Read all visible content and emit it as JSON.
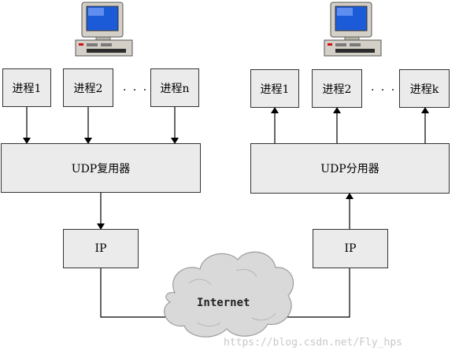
{
  "sender": {
    "processes": [
      "进程1",
      "进程2",
      "进程n"
    ],
    "ellipsis": ". . .",
    "mux_label": "UDP复用器",
    "ip_label": "IP"
  },
  "receiver": {
    "processes": [
      "进程1",
      "进程2",
      "进程k"
    ],
    "ellipsis": ". . .",
    "demux_label": "UDP分用器",
    "ip_label": "IP"
  },
  "network": {
    "label": "Internet"
  },
  "watermark": "https://blog.csdn.net/Fly_hps",
  "icons": {
    "computer": "desktop-computer-icon",
    "cloud": "cloud-icon"
  },
  "colors": {
    "box_fill": "#ebebeb",
    "line": "#000000"
  }
}
